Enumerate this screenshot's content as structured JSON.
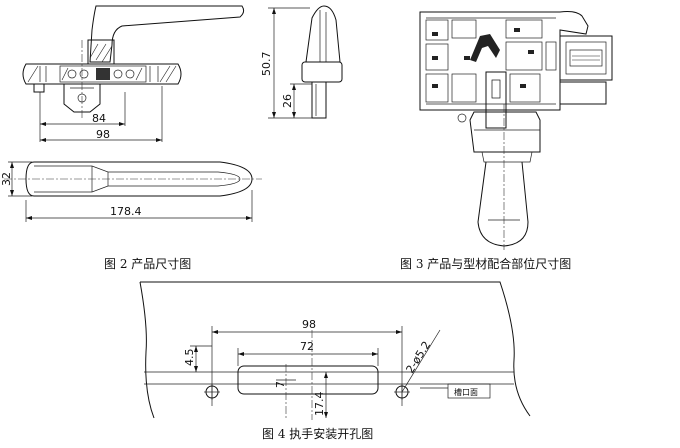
{
  "fig2": {
    "caption": "图 2 产品尺寸图",
    "dims": {
      "d84": "84",
      "d98": "98",
      "d507": "50.7",
      "d26": "26",
      "d32": "32",
      "d1784": "178.4"
    }
  },
  "fig3": {
    "caption": "图 3 产品与型材配合部位尺寸图"
  },
  "fig4": {
    "caption": "图 4 执手安装开孔图",
    "dims": {
      "d98": "98",
      "d72": "72",
      "d45": "4.5",
      "d25": "2-ø5.2",
      "d7": "7",
      "d174": "17.4"
    },
    "tag": "槽口面"
  }
}
